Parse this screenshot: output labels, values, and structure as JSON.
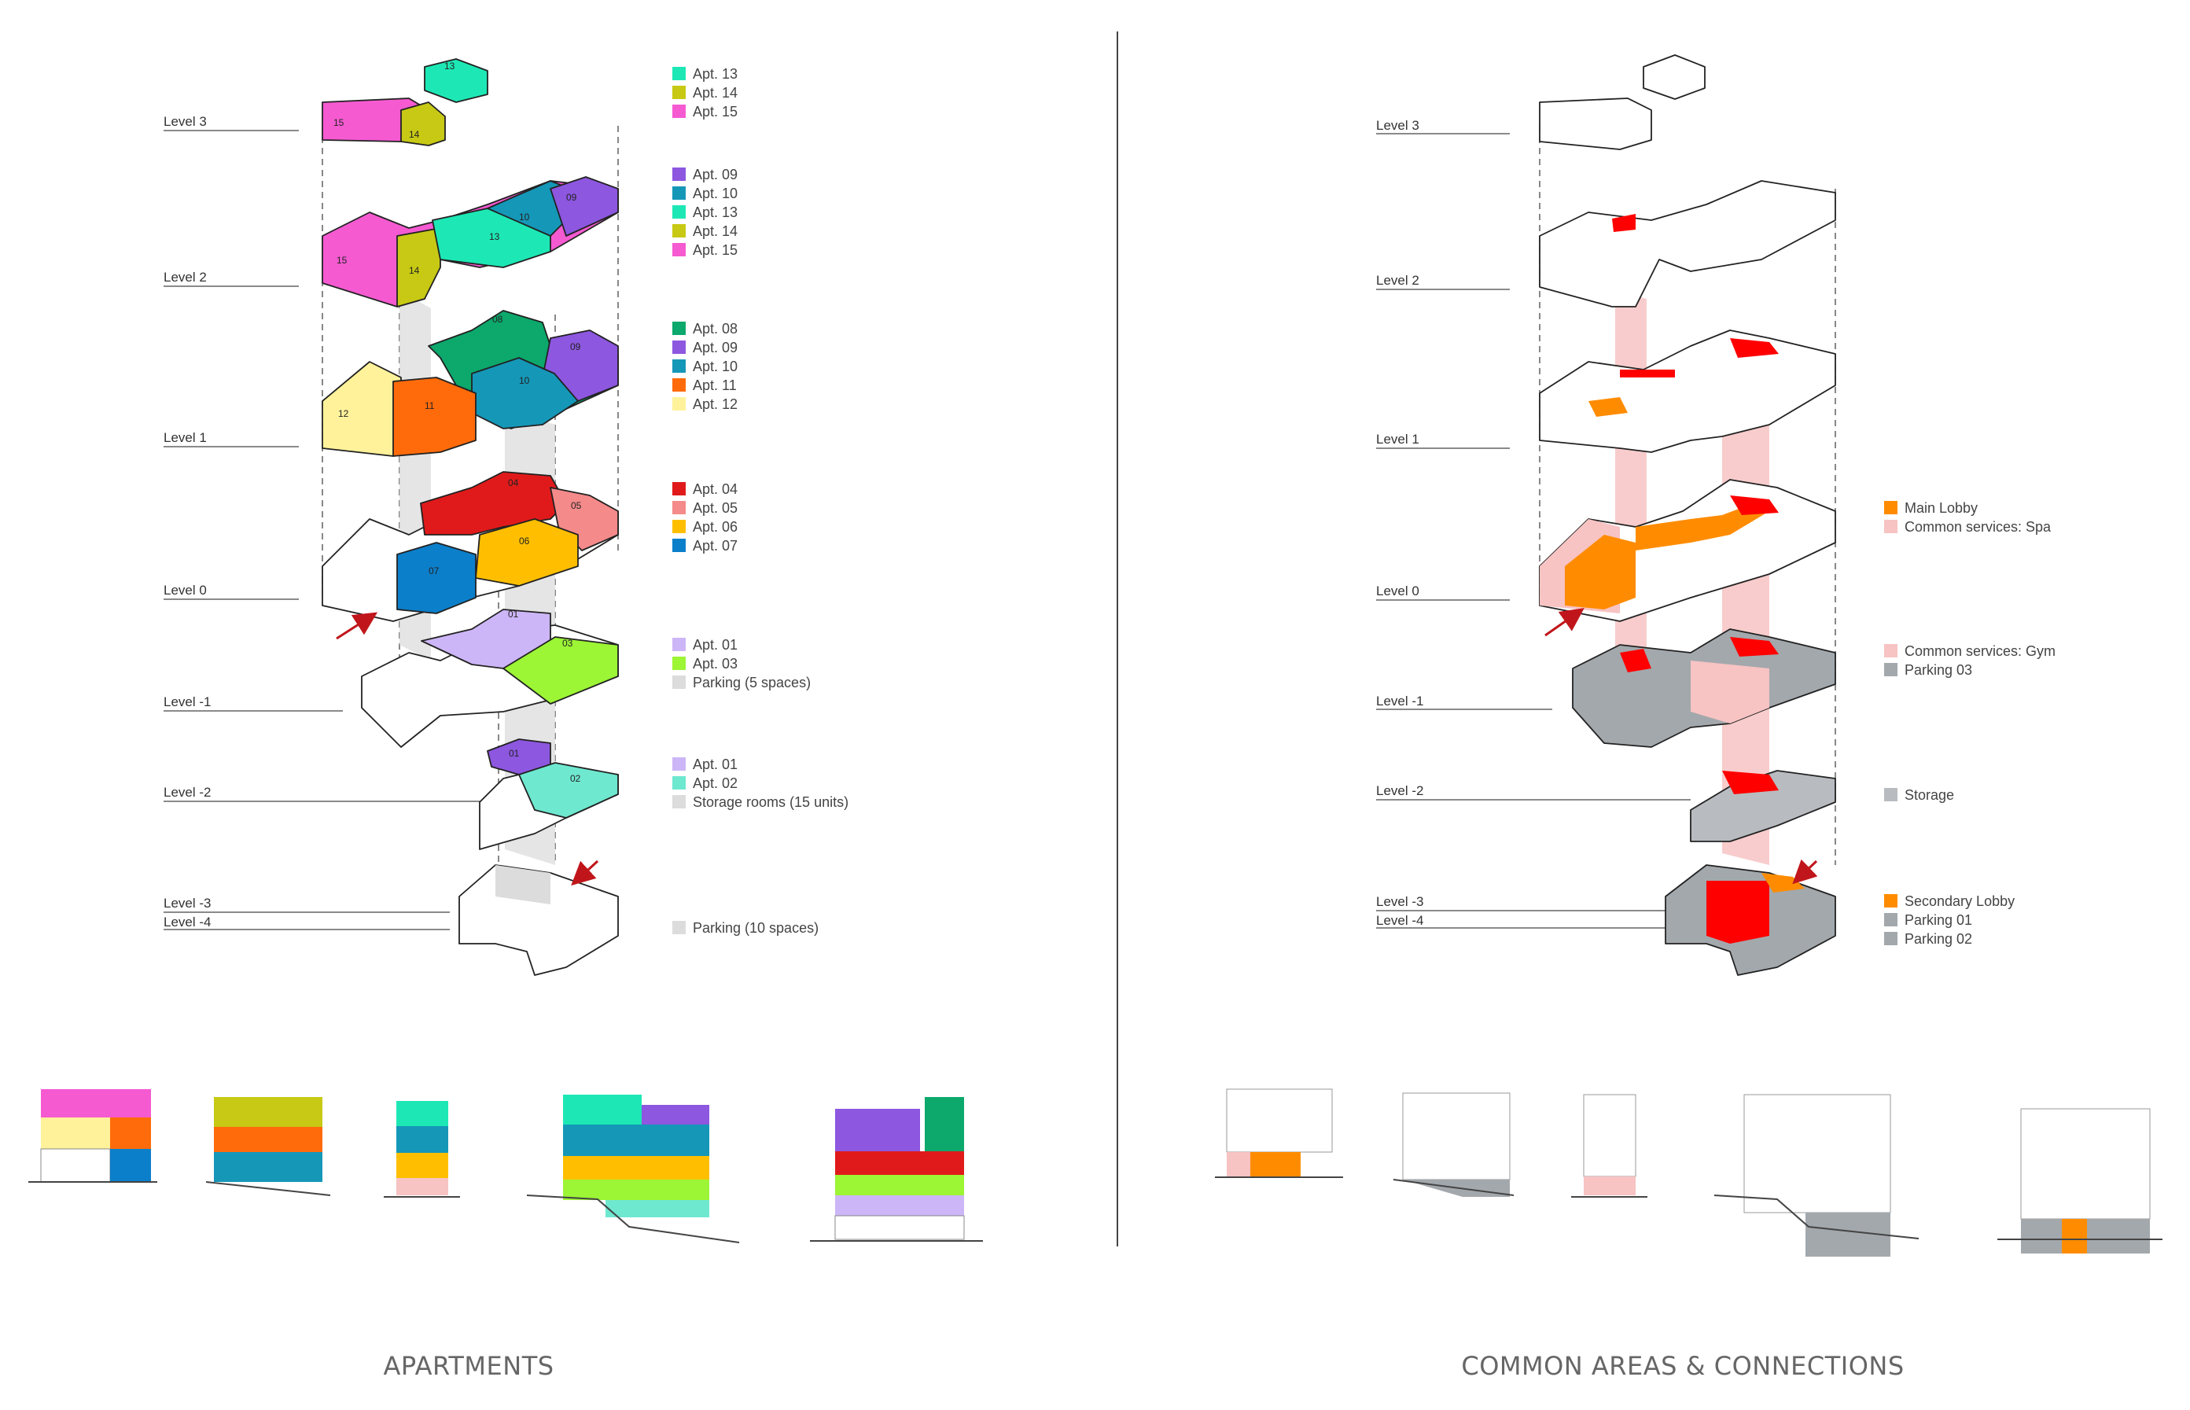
{
  "colors": {
    "apt01": "#cdb6f7",
    "apt02": "#6fe8d0",
    "apt03": "#9cf535",
    "apt04": "#e01a1a",
    "apt05": "#f58a8a",
    "apt06": "#ffbf00",
    "apt07": "#0c7fcb",
    "apt08": "#0ca86c",
    "apt09": "#8d57e0",
    "apt10": "#1597b8",
    "apt11": "#ff6b0a",
    "apt12": "#fff29a",
    "apt13": "#1de8b5",
    "apt14": "#c7c914",
    "apt15": "#f55ad1",
    "parking": "#dcdcdc",
    "storage_apts": "#dcdcdc",
    "main_lobby": "#ff8c00",
    "spa": "#f7c3c3",
    "gym": "#f7c3c3",
    "storage": "#b8bcc0",
    "parking_dark": "#a3a8ac",
    "connection": "#ff0000",
    "arrow": "#c0161b"
  },
  "panels": [
    {
      "title": "APARTMENTS",
      "levels": [
        "Level 3",
        "Level 2",
        "Level 1",
        "Level 0",
        "Level -1",
        "Level -2",
        "Level -3",
        "Level -4"
      ],
      "legend_groups": [
        [
          {
            "label": "Apt. 13",
            "color": "#1de8b5"
          },
          {
            "label": "Apt. 14",
            "color": "#c7c914"
          },
          {
            "label": "Apt. 15",
            "color": "#f55ad1"
          }
        ],
        [
          {
            "label": "Apt. 09",
            "color": "#8d57e0"
          },
          {
            "label": "Apt. 10",
            "color": "#1597b8"
          },
          {
            "label": "Apt. 13",
            "color": "#1de8b5"
          },
          {
            "label": "Apt. 14",
            "color": "#c7c914"
          },
          {
            "label": "Apt. 15",
            "color": "#f55ad1"
          }
        ],
        [
          {
            "label": "Apt. 08",
            "color": "#0ca86c"
          },
          {
            "label": "Apt. 09",
            "color": "#8d57e0"
          },
          {
            "label": "Apt. 10",
            "color": "#1597b8"
          },
          {
            "label": "Apt. 11",
            "color": "#ff6b0a"
          },
          {
            "label": "Apt. 12",
            "color": "#fff29a"
          }
        ],
        [
          {
            "label": "Apt. 04",
            "color": "#e01a1a"
          },
          {
            "label": "Apt. 05",
            "color": "#f58a8a"
          },
          {
            "label": "Apt. 06",
            "color": "#ffbf00"
          },
          {
            "label": "Apt. 07",
            "color": "#0c7fcb"
          }
        ],
        [
          {
            "label": "Apt. 01",
            "color": "#cdb6f7"
          },
          {
            "label": "Apt. 03",
            "color": "#9cf535"
          },
          {
            "label": "Parking  (5 spaces)",
            "color": "#dcdcdc"
          }
        ],
        [
          {
            "label": "Apt. 01",
            "color": "#cdb6f7"
          },
          {
            "label": "Apt. 02",
            "color": "#6fe8d0"
          },
          {
            "label": "Storage rooms (15 units)",
            "color": "#dcdcdc"
          }
        ],
        [
          {
            "label": "Parking  (10 spaces)",
            "color": "#dcdcdc"
          }
        ]
      ],
      "apt_numbers": {
        "l3": [
          "13",
          "15",
          "14"
        ],
        "l2": [
          "09",
          "10",
          "13",
          "15",
          "14"
        ],
        "l1": [
          "08",
          "09",
          "10",
          "12",
          "11"
        ],
        "l0": [
          "04",
          "05",
          "06",
          "07"
        ],
        "lm1": [
          "01",
          "03"
        ],
        "lm2": [
          "01",
          "02"
        ]
      }
    },
    {
      "title": "COMMON AREAS & CONNECTIONS",
      "levels": [
        "Level 3",
        "Level 2",
        "Level 1",
        "Level 0",
        "Level -1",
        "Level -2",
        "Level -3",
        "Level -4"
      ],
      "legend_groups": [
        [
          {
            "label": "Main Lobby",
            "color": "#ff8c00"
          },
          {
            "label": "Common services: Spa",
            "color": "#f7c3c3"
          }
        ],
        [
          {
            "label": "Common services: Gym",
            "color": "#f7c3c3"
          },
          {
            "label": "Parking 03",
            "color": "#a3a8ac"
          }
        ],
        [
          {
            "label": "Storage",
            "color": "#b8bcc0"
          }
        ],
        [
          {
            "label": "Secondary Lobby",
            "color": "#ff8c00"
          },
          {
            "label": "Parking 01",
            "color": "#a3a8ac"
          },
          {
            "label": "Parking 02",
            "color": "#a3a8ac"
          }
        ]
      ]
    }
  ]
}
